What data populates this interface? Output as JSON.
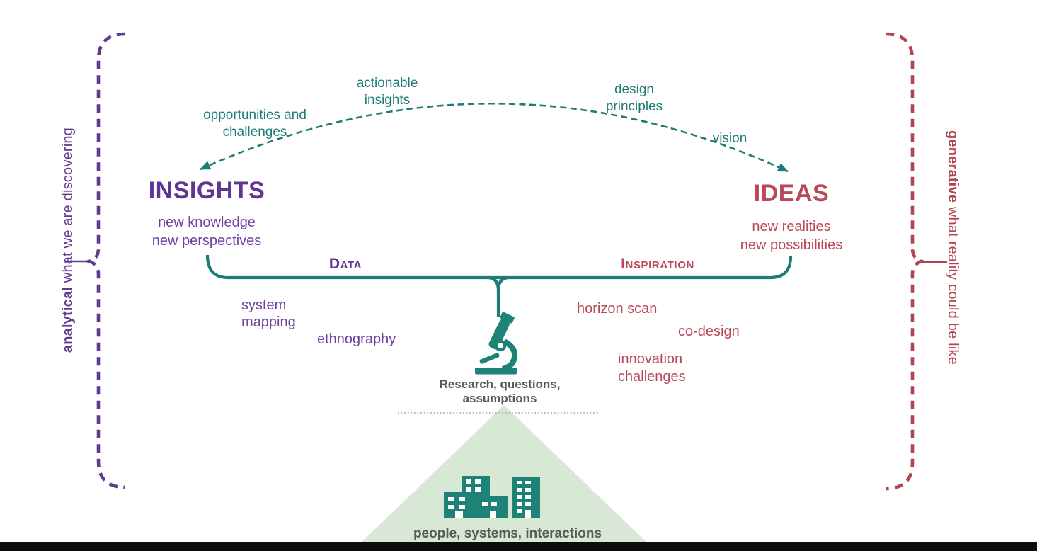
{
  "colors": {
    "teal": "#1d7c74",
    "purple_title": "#5e3494",
    "purple_text": "#6f42a2",
    "purple_bracket": "#5e3a91",
    "red": "#b9485a",
    "red_bracket": "#b04550",
    "gray_text": "#595959",
    "triangle_green": "#d7e8d5"
  },
  "flow_arc": {
    "label_opportunities": "opportunities and\nchallenges",
    "label_actionable": "actionable\ninsights",
    "label_design": "design\nprinciples",
    "label_vision": "vision"
  },
  "insights": {
    "title": "INSIGHTS",
    "subtitle": "new knowledge\nnew perspectives",
    "category_label": "Data",
    "methods": [
      "system\nmapping",
      "ethnography"
    ]
  },
  "ideas": {
    "title": "IDEAS",
    "subtitle": "new realities\nnew possibilities",
    "category_label": "Inspiration",
    "methods": [
      "horizon scan",
      "co-design",
      "innovation\nchallenges"
    ]
  },
  "center": {
    "caption": "Research, questions,\nassumptions"
  },
  "foundation": {
    "caption": "people, systems, interactions"
  },
  "left_bracket": {
    "bold": "analytical",
    "rest": " what we are discovering"
  },
  "right_bracket": {
    "bold": "generative",
    "rest": " what reality could be like"
  }
}
